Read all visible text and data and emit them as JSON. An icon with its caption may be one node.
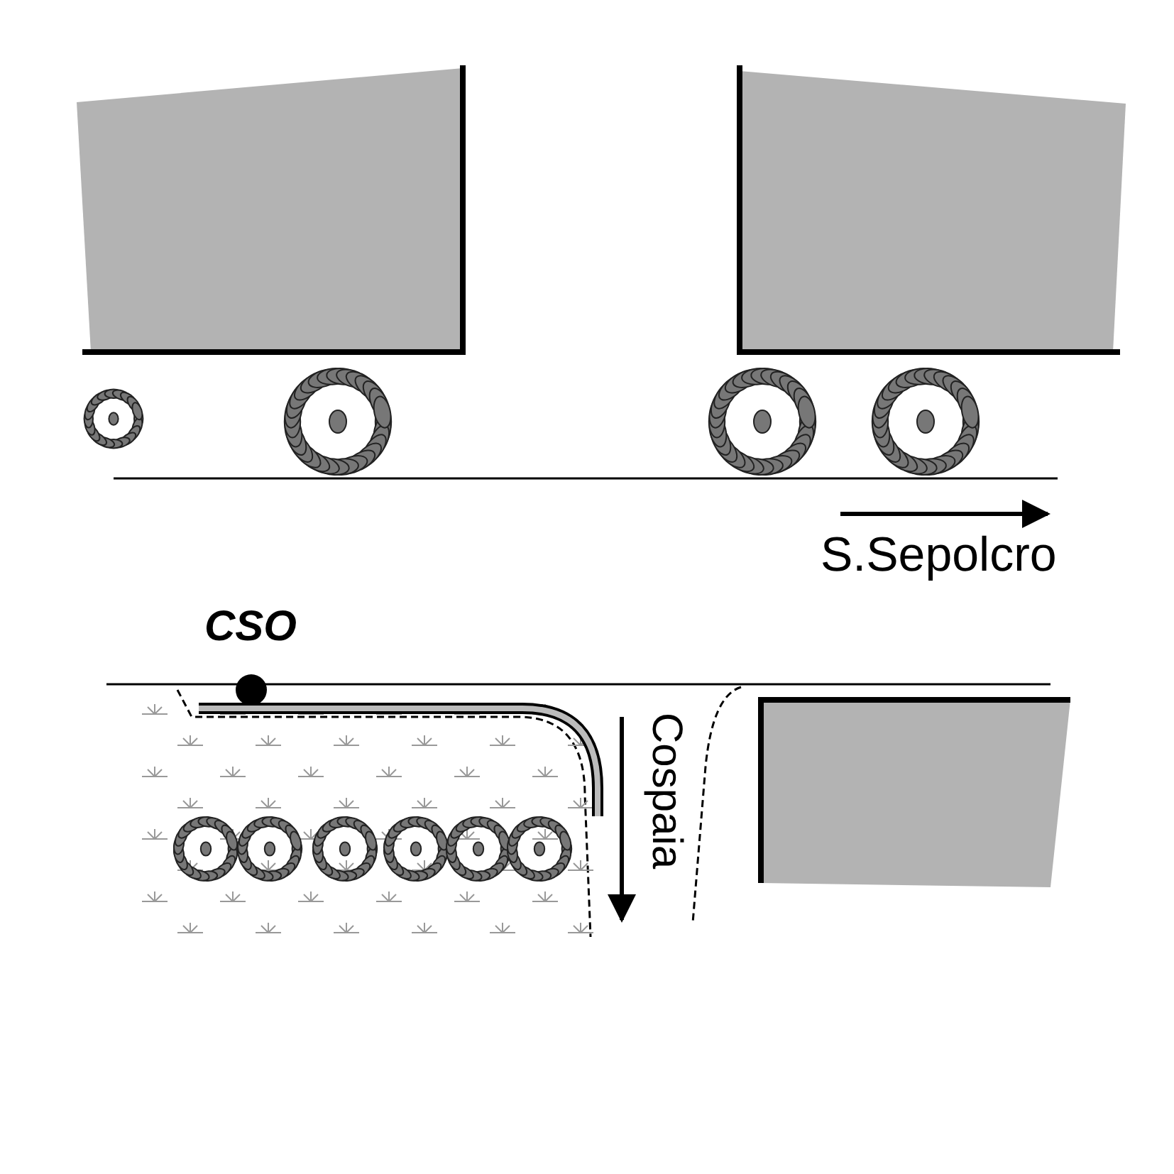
{
  "diagram": {
    "labels": [
      "S.Sepolcro",
      "CSO",
      "Cospaia"
    ]
  }
}
